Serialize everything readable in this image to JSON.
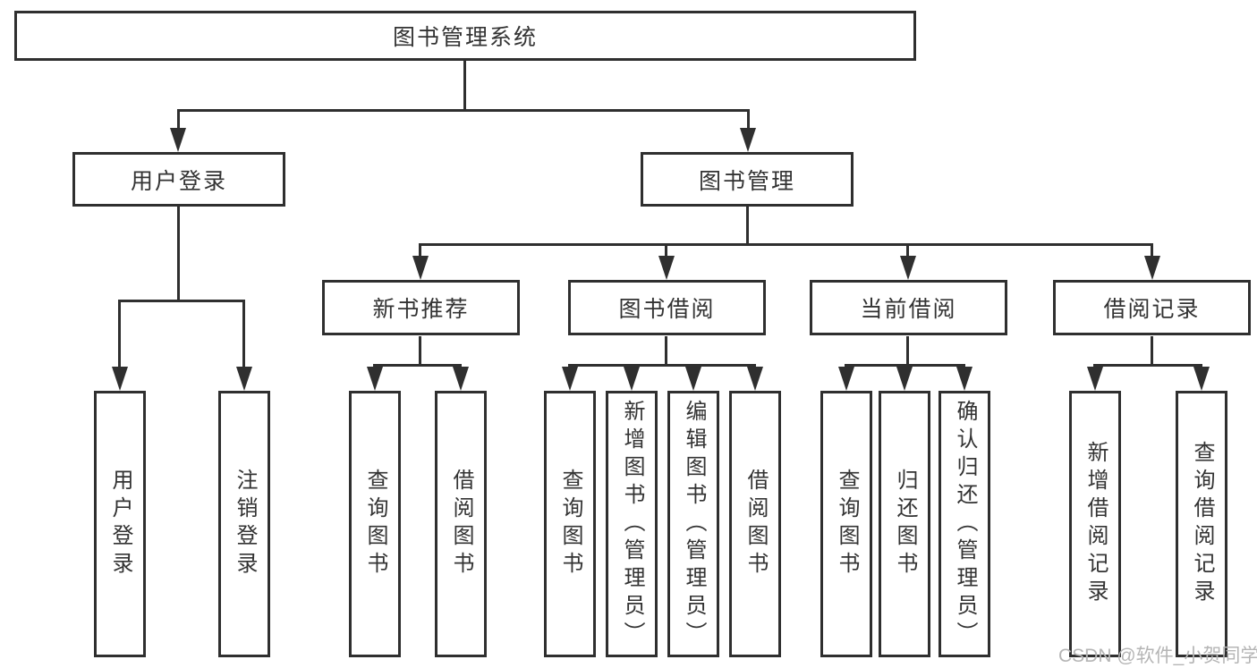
{
  "diagram": {
    "root": {
      "label": "图书管理系统"
    },
    "children": [
      {
        "label": "用户登录",
        "children": [
          {
            "label": "用户登录"
          },
          {
            "label": "注销登录"
          }
        ]
      },
      {
        "label": "图书管理",
        "children": [
          {
            "label": "新书推荐",
            "children": [
              {
                "label": "查询图书"
              },
              {
                "label": "借阅图书"
              }
            ]
          },
          {
            "label": "图书借阅",
            "children": [
              {
                "label": "查询图书"
              },
              {
                "label": "新增图书（管理员）"
              },
              {
                "label": "编辑图书（管理员）"
              },
              {
                "label": "借阅图书"
              }
            ]
          },
          {
            "label": "当前借阅",
            "children": [
              {
                "label": "查询图书"
              },
              {
                "label": "归还图书"
              },
              {
                "label": "确认归还（管理员）"
              }
            ]
          },
          {
            "label": "借阅记录",
            "children": [
              {
                "label": "新增借阅记录"
              },
              {
                "label": "查询借阅记录"
              }
            ]
          }
        ]
      }
    ]
  },
  "watermark": {
    "text": "CSDN @软件_小贺同学"
  },
  "colors": {
    "line": "#2f2f2f",
    "text": "#333333",
    "watermark": "#b5b5b5",
    "background": "#ffffff"
  }
}
